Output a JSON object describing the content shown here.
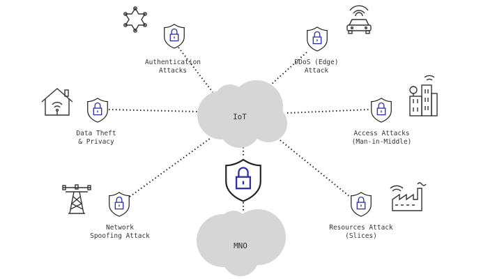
{
  "center": {
    "iot_label": "IoT",
    "mno_label": "MNO"
  },
  "attacks": {
    "authentication": {
      "line1": "Authentication",
      "line2": "Attacks"
    },
    "ddos": {
      "line1": "DDoS (Edge)",
      "line2": "Attack"
    },
    "data_theft": {
      "line1": "Data Theft",
      "line2": "& Privacy"
    },
    "access": {
      "line1": "Access Attacks",
      "line2": "(Man-in-Middle)"
    },
    "network_spoofing": {
      "line1": "Network",
      "line2": "Spoofing Attack"
    },
    "resources": {
      "line1": "Resources Attack",
      "line2": "(Slices)"
    }
  },
  "icons": {
    "authentication": "sheriff-badge-icon",
    "ddos": "connected-car-icon",
    "data_theft": "smart-home-icon",
    "access": "smart-city-icon",
    "network_spoofing": "cell-tower-icon",
    "resources": "smart-factory-icon"
  },
  "colors": {
    "lock": "#2e2ea8",
    "line": "#222222",
    "cloud": "#d6d6d6",
    "icon": "#333333"
  }
}
